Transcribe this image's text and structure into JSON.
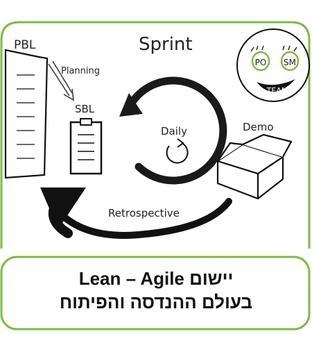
{
  "diagram": {
    "accent": "#7dbb42",
    "ink": "#111111",
    "labels": {
      "pbl": "PBL",
      "planning": "Planning",
      "sbl": "SBL",
      "sprint": "Sprint",
      "daily": "Daily",
      "demo": "Demo",
      "retrospective": "Retrospective"
    },
    "team_face": {
      "left_eye": "PO",
      "right_eye": "SM",
      "mouth": "TEAM"
    }
  },
  "caption": {
    "line1": "יישום Lean – Agile",
    "line2": "בעולם ההנדסה והפיתוח"
  }
}
